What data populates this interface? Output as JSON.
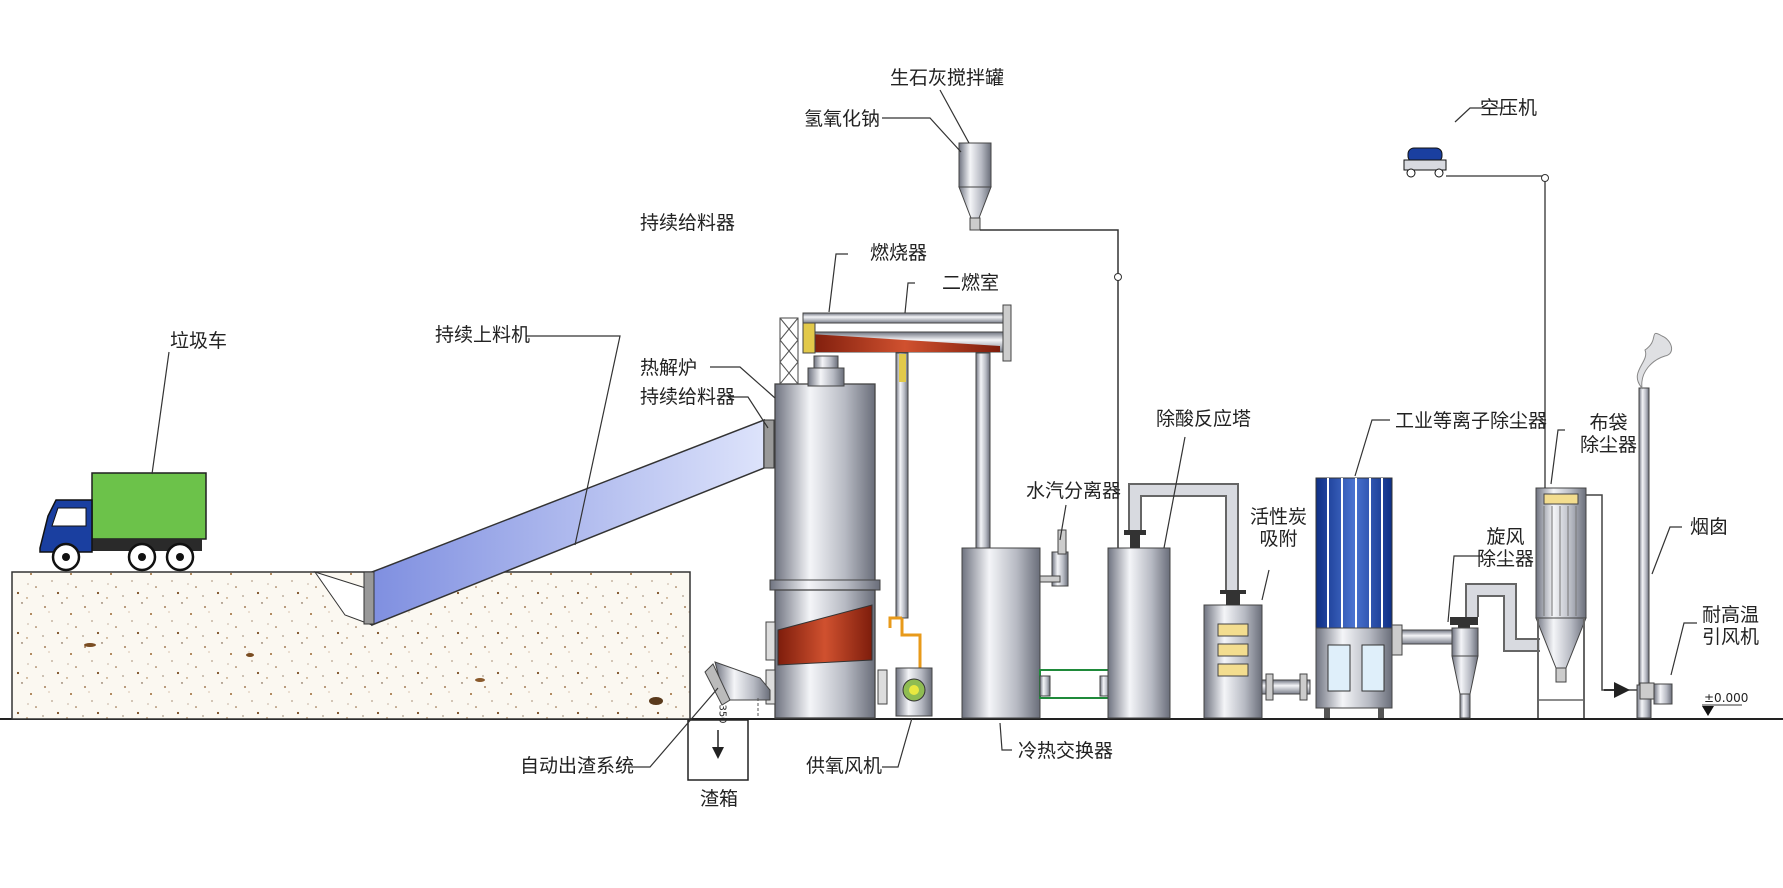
{
  "labels": {
    "garbage_truck": "垃圾车",
    "continuous_loader": "持续上料机",
    "pyrolysis_furnace": "热解炉",
    "continuous_feeder": "持续给料器",
    "continuous_feeder_top": "持续给料器",
    "burner": "燃烧器",
    "secondary_chamber": "二燃室",
    "quicklime_tank": "生石灰搅拌罐",
    "sodium_hydroxide": "氢氧化钠",
    "deacid_tower": "除酸反应塔",
    "steam_separator": "水汽分离器",
    "activated_carbon": "活性炭\n吸附",
    "plasma_dust": "工业等离子除尘器",
    "cyclone": "旋风\n除尘器",
    "baghouse": "布袋\n除尘器",
    "air_compressor": "空压机",
    "chimney": "烟囱",
    "fan": "耐高温\n引风机",
    "ground_level": "±0.000",
    "slag_system": "自动出渣系统",
    "slag_box": "渣箱",
    "oxygen_fan": "供氧风机",
    "heat_exchanger": "冷热交换器",
    "slag_mark": "350"
  },
  "colors": {
    "truck_body": "#6cc24a",
    "truck_cab": "#1a3fa0",
    "steel": "#a9adb8",
    "conveyor": "#b8c3ef",
    "refractory": "#b4331c",
    "plasma_blue": "#1e4aa8",
    "cartridge": "#f3dd8f"
  }
}
